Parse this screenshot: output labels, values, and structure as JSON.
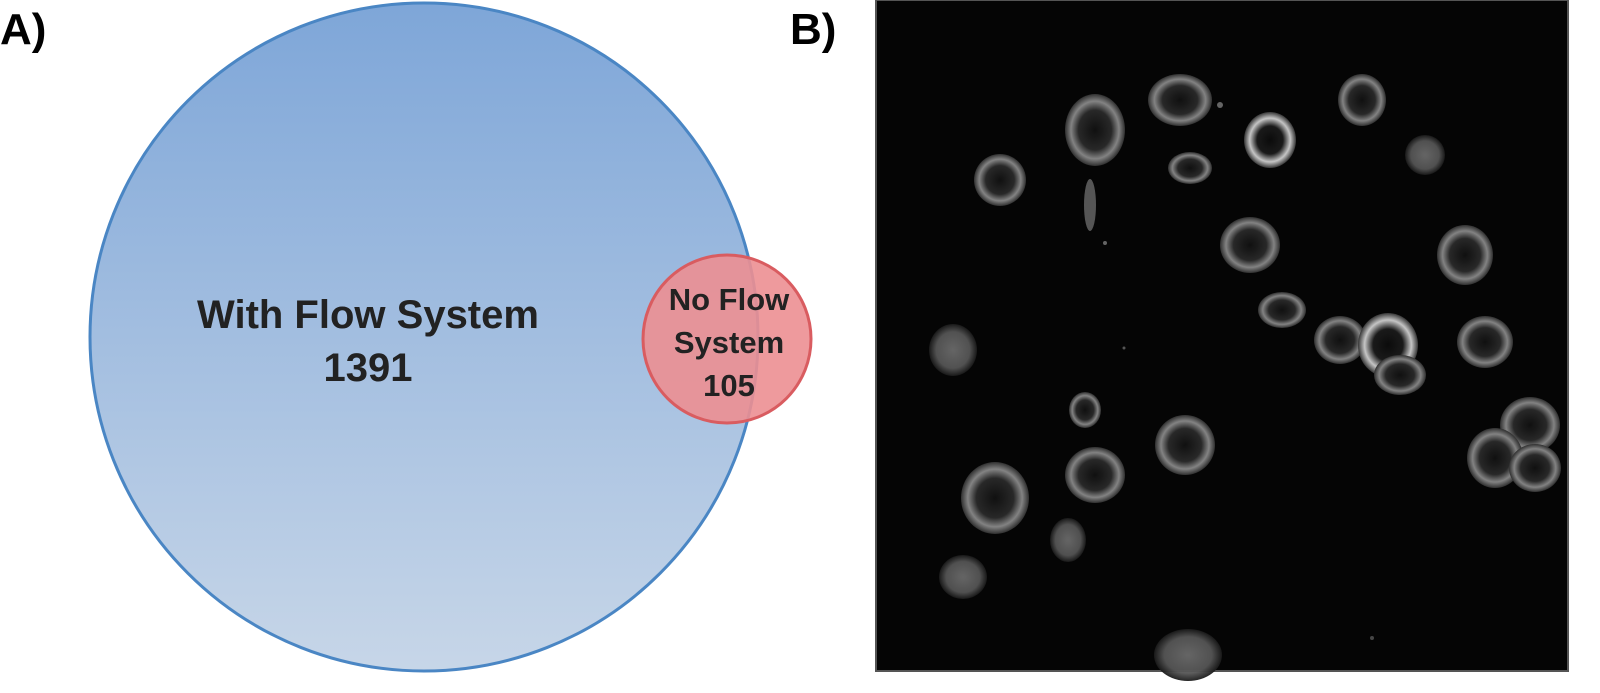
{
  "panels": {
    "a": {
      "label": "A)"
    },
    "b": {
      "label": "B)"
    }
  },
  "venn": {
    "large_set": {
      "name": "With Flow System",
      "count": "1391"
    },
    "small_set": {
      "name_line1": "No Flow",
      "name_line2": "System",
      "count": "105"
    }
  },
  "colors": {
    "large_fill_top": "#7ea6d8",
    "large_fill_bottom": "#c7d6e8",
    "large_stroke": "#4a86c4",
    "small_fill": "#ec8f92",
    "small_stroke": "#d95c60",
    "micrograph_background": "#050505",
    "micrograph_border": "#555555"
  },
  "micrograph": {
    "subject": "fluorescent cells on dark background"
  }
}
